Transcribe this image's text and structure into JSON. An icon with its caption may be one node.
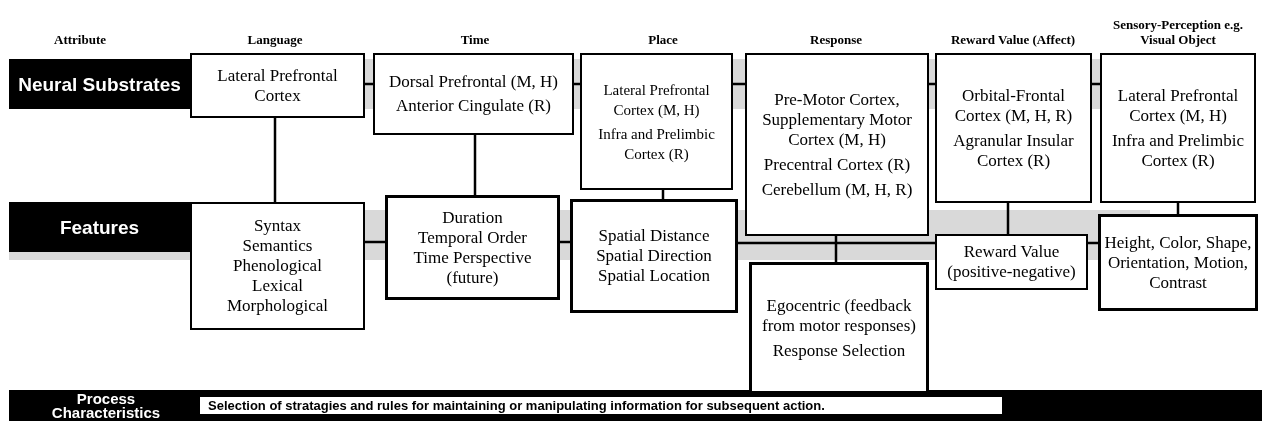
{
  "diagram": {
    "nodes": [
      {
        "text": [
          "Neural Substrates"
        ]
      },
      {
        "text": [
          "Features"
        ]
      },
      {
        "text": [
          "Process Characteristics"
        ]
      },
      {
        "text": [
          "Selection of stratagies and rules for maintaining or manipulating information for subsequent action."
        ],
        "in": 2
      },
      {
        "text": [
          "Lateral Prefrontal Cortex"
        ]
      },
      {
        "text": [
          "Dorsal Prefrontal (M, H)",
          "Anterior Cingulate (R)"
        ]
      },
      {
        "text": [
          "Lateral Prefrontal Cortex (M, H)",
          "Infra and Prelimbic Cortex (R)"
        ]
      },
      {
        "text": [
          "Pre-Motor Cortex, Supplementary Motor Cortex (M, H)",
          "Precentral Cortex (R)",
          "Cerebellum (M, H, R)"
        ]
      },
      {
        "text": [
          "Orbital-Frontal Cortex (M, H, R)",
          "Agranular Insular Cortex (R)"
        ]
      },
      {
        "text": [
          "Lateral Prefrontal Cortex (M, H)",
          "Infra and Prelimbic Cortex (R)"
        ]
      },
      {
        "text": [
          "Syntax",
          "Semantics",
          "Phenological",
          "Lexical",
          "Morphological"
        ]
      },
      {
        "text": [
          "Duration",
          "Temporal Order",
          "Time Perspective (future)"
        ]
      },
      {
        "text": [
          "Spatial Distance",
          "Spatial Direction",
          "Spatial Location"
        ]
      },
      {
        "text": [
          "Egocentric (feedback from motor responses)",
          "Response Selection"
        ]
      },
      {
        "text": [
          "Reward Value (positive-negative)"
        ]
      },
      {
        "text": [
          "Height, Color, Shape, Orientation, Motion, Contrast"
        ]
      }
    ],
    "edges": [
      {
        "from": 4,
        "to": 5,
        "arrow": "none"
      },
      {
        "from": 5,
        "to": 6,
        "arrow": "none"
      },
      {
        "from": 6,
        "to": 7,
        "arrow": "none"
      },
      {
        "from": 7,
        "to": 8,
        "arrow": "none"
      },
      {
        "from": 8,
        "to": 9,
        "arrow": "none"
      },
      {
        "from": 4,
        "to": 10,
        "arrow": "none"
      },
      {
        "from": 5,
        "to": 11,
        "arrow": "none"
      },
      {
        "from": 6,
        "to": 12,
        "arrow": "none"
      },
      {
        "from": 7,
        "to": 13,
        "arrow": "none"
      },
      {
        "from": 8,
        "to": 14,
        "arrow": "none"
      },
      {
        "from": 9,
        "to": 15,
        "arrow": "none"
      },
      {
        "from": 10,
        "to": 11,
        "arrow": "none"
      },
      {
        "from": 11,
        "to": 12,
        "arrow": "none"
      },
      {
        "from": 12,
        "to": 14,
        "arrow": "none"
      },
      {
        "from": 14,
        "to": 15,
        "arrow": "none"
      }
    ],
    "labels": [
      "Attribute",
      "Language",
      "Time",
      "Place",
      "Response",
      "Reward Value (Affect)",
      "Sensory-Perception e.g. Visual Object"
    ]
  }
}
